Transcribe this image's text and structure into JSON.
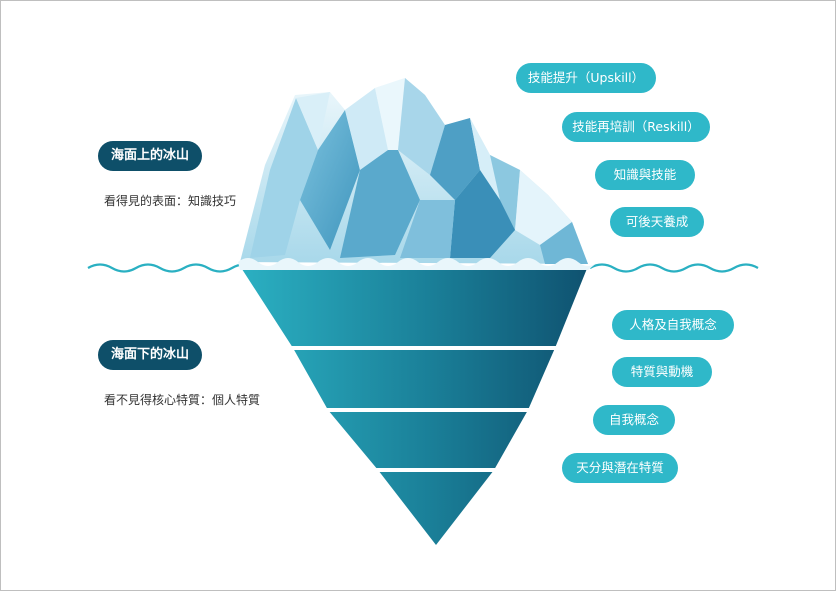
{
  "above": {
    "title": "海面上的冰山",
    "subtitle": "看得見的表面：知識技巧",
    "items": [
      "技能提升（Upskill）",
      "技能再培訓（Reskill）",
      "知識與技能",
      "可後天養成"
    ]
  },
  "below": {
    "title": "海面下的冰山",
    "subtitle": "看不見得核心特質：個人特質",
    "items": [
      "人格及自我概念",
      "特質與動機",
      "自我概念",
      "天分與潛在特質"
    ]
  },
  "colors": {
    "title_pill": "#0e4f69",
    "item_pill": "#2fb8c9",
    "water_line": "#2ab0c2",
    "ice_light": "#e8f5fb",
    "ice_dark": "#0f5270"
  }
}
